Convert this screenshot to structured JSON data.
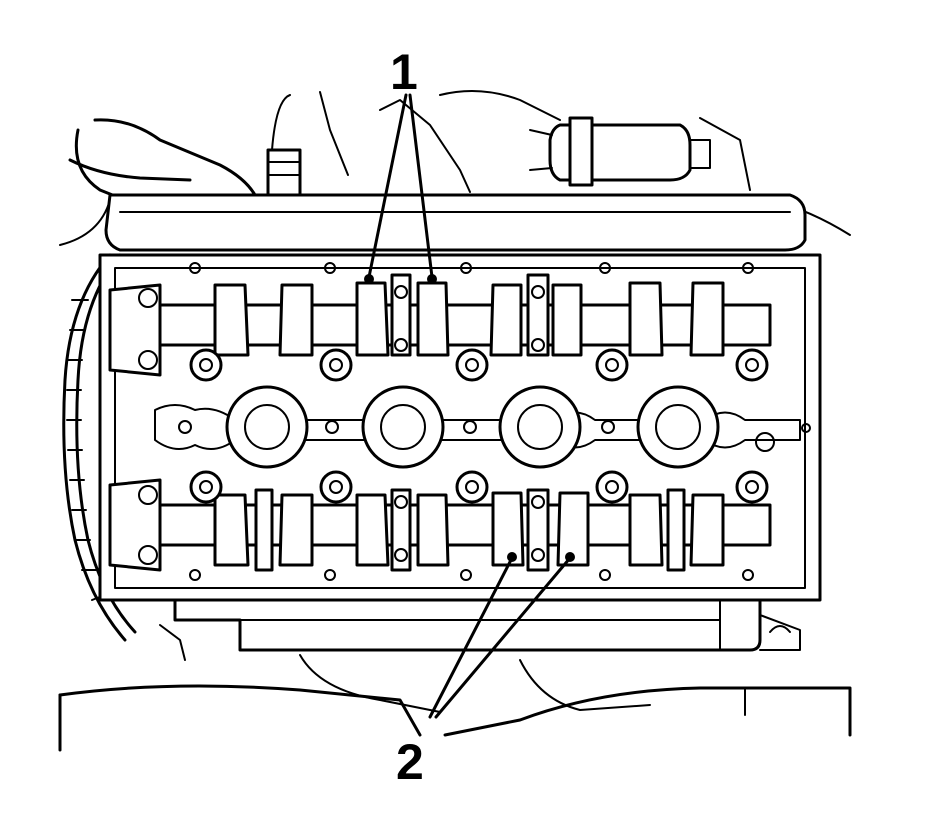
{
  "figure": {
    "callouts": [
      {
        "label": "1",
        "part": "camshaft-lobes-intake"
      },
      {
        "label": "2",
        "part": "camshaft-lobes-exhaust"
      }
    ],
    "line_color": "#000000",
    "background": "#ffffff"
  }
}
